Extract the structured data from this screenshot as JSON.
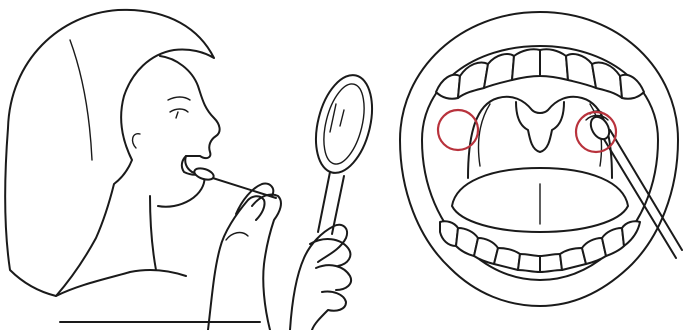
{
  "colors": {
    "line": "#1a1a1a",
    "background": "#ffffff",
    "highlight": "#b8323c"
  },
  "illustration": {
    "left_panel": "woman-with-swab-and-hand-mirror",
    "right_panel": "open-mouth-throat-swab",
    "highlight_markers": 2
  }
}
